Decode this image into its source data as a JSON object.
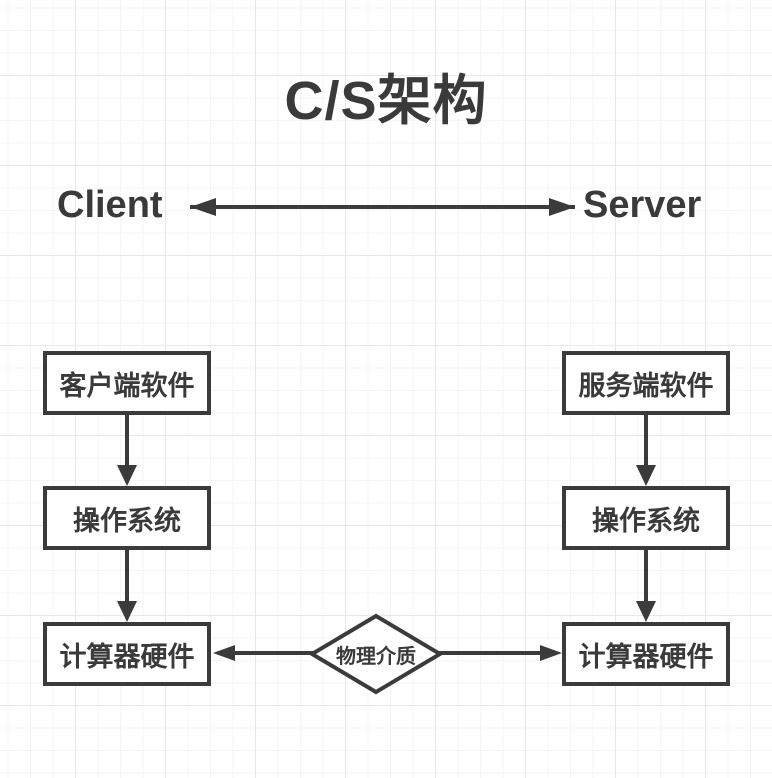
{
  "title": "C/S架构",
  "top_labels": {
    "client": "Client",
    "server": "Server"
  },
  "client_column": {
    "boxes": [
      "客户端软件",
      "操作系统",
      "计算器硬件"
    ]
  },
  "server_column": {
    "boxes": [
      "服务端软件",
      "操作系统",
      "计算器硬件"
    ]
  },
  "diamond": {
    "label": "物理介质"
  },
  "colors": {
    "stroke": "#3b3b3b",
    "text": "#3a3a3a",
    "background": "#ffffff",
    "grid_minor": "#f5f5f5",
    "grid_major": "#e8e8e8"
  }
}
